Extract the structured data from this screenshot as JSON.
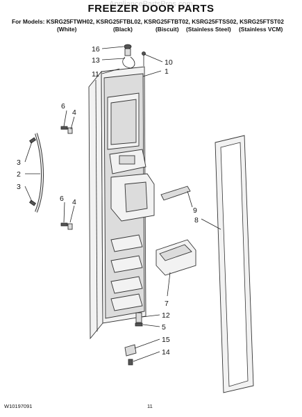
{
  "watermark": "AppliancePartsPros.com",
  "title": "FREEZER DOOR PARTS",
  "models_line": "For Models: KSRG25FTWH02, KSRG25FTBL02, KSRG25FTBT02, KSRG25FTSS02, KSRG25FTST02",
  "finishes": [
    "(White)",
    "(Black)",
    "(Biscuit)",
    "(Stainless Steel)",
    "(Stainless VCM)"
  ],
  "callouts": {
    "c16": "16",
    "c13": "13",
    "c11": "11",
    "c10": "10",
    "c1": "1",
    "c6a": "6",
    "c4a": "4",
    "c3a": "3",
    "c2": "2",
    "c3b": "3",
    "c6b": "6",
    "c4b": "4",
    "c9": "9",
    "c8": "8",
    "c7": "7",
    "c12": "12",
    "c5": "5",
    "c15": "15",
    "c14": "14"
  },
  "footer": {
    "doc_number": "W10197091",
    "page_number": "11"
  }
}
